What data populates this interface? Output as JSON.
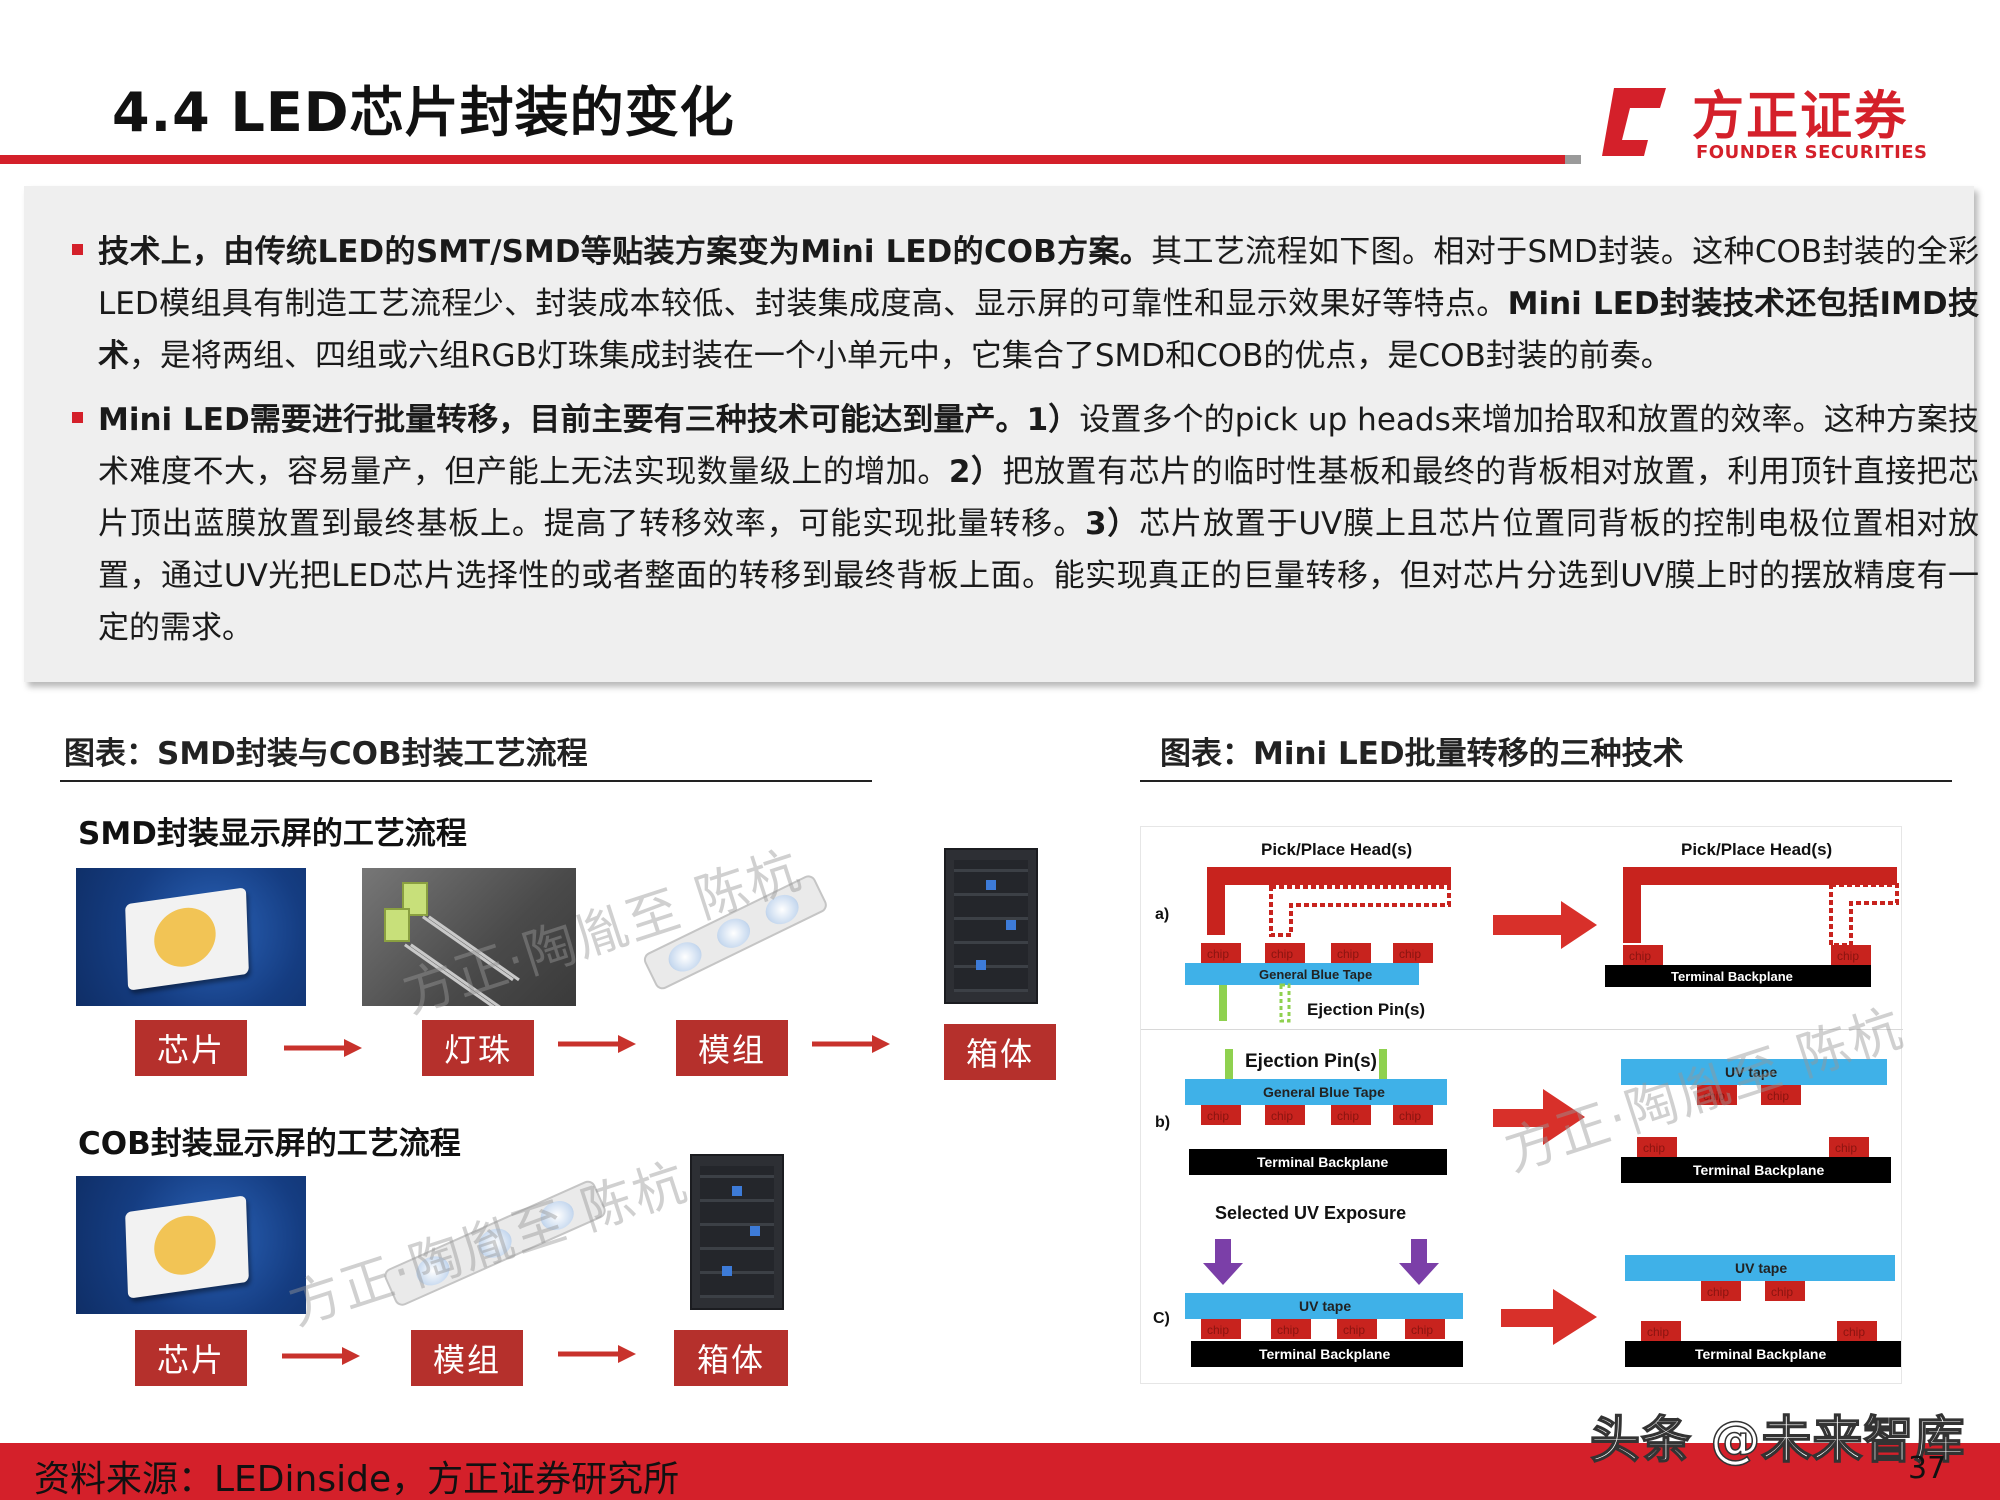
{
  "header": {
    "title": "4.4 LED芯片封装的变化",
    "logo_cn": "方正证券",
    "logo_en": "FOUNDER SECURITIES",
    "brand_color": "#d4202a"
  },
  "bullets": [
    {
      "b1": "技术上，由传统LED的SMT/SMD等贴装方案变为Mini LED的COB方案。",
      "t1": "其工艺流程如下图。相对于SMD封装。这种COB封装的全彩LED模组具有制造工艺流程少、封装成本较低、封装集成度高、显示屏的可靠性和显示效果好等特点。",
      "b2": "Mini LED封装技术还包括IMD技术",
      "t2": "，是将两组、四组或六组RGB灯珠集成封装在一个小单元中，它集合了SMD和COB的优点，是COB封装的前奏。"
    },
    {
      "b1": "Mini LED需要进行批量转移，目前主要有三种技术可能达到量产。1）",
      "t1": "设置多个的pick up heads来增加拾取和放置的效率。这种方案技术难度不大，容易量产，但产能上无法实现数量级上的增加。",
      "b2": "2）",
      "t2": "把放置有芯片的临时性基板和最终的背板相对放置，利用顶针直接把芯片顶出蓝膜放置到最终基板上。提高了转移效率，可能实现批量转移。",
      "b3": "3）",
      "t3": "芯片放置于UV膜上且芯片位置同背板的控制电极位置相对放置，通过UV光把LED芯片选择性的或者整面的转移到最终背板上面。能实现真正的巨量转移，但对芯片分选到UV膜上时的摆放精度有一定的需求。"
    }
  ],
  "left_figure": {
    "caption": "图表：SMD封装与COB封装工艺流程",
    "smd_heading": "SMD封装显示屏的工艺流程",
    "smd_steps": [
      "芯片",
      "灯珠",
      "模组",
      "箱体"
    ],
    "cob_heading": "COB封装显示屏的工艺流程",
    "cob_steps": [
      "芯片",
      "模组",
      "箱体"
    ]
  },
  "right_figure": {
    "caption": "图表：Mini LED批量转移的三种技术",
    "panel_a": {
      "label": "a)",
      "head_left": "Pick/Place Head(s)",
      "head_right": "Pick/Place Head(s)",
      "tape": "General Blue Tape",
      "pins": "Ejection Pin(s)",
      "backplane": "Terminal Backplane",
      "chip": "chip"
    },
    "panel_b": {
      "label": "b)",
      "pins": "Ejection Pin(s)",
      "tape": "General Blue Tape",
      "backplane_left": "Terminal Backplane",
      "backplane_right": "Terminal Backplane",
      "uv_tape": "UV tape",
      "chip": "chip"
    },
    "panel_c": {
      "label": "C)",
      "exposure": "Selected UV Exposure",
      "uv_tape_left": "UV tape",
      "uv_tape_right": "UV tape",
      "backplane_left": "Terminal Backplane",
      "backplane_right": "Terminal Backplane",
      "chip": "chip"
    },
    "colors": {
      "head": "#c8231e",
      "chip": "#c8231e",
      "tape": "#3fb1e8",
      "pin": "#8fd14f",
      "backplane": "#000000",
      "uv_arrow": "#7b3fa8"
    }
  },
  "watermark": "方正·陶胤至 陈杭",
  "footer": {
    "source": "资料来源：LEDinside，方正证券研究所",
    "page": "37",
    "brand": "头条 @未来智库"
  }
}
